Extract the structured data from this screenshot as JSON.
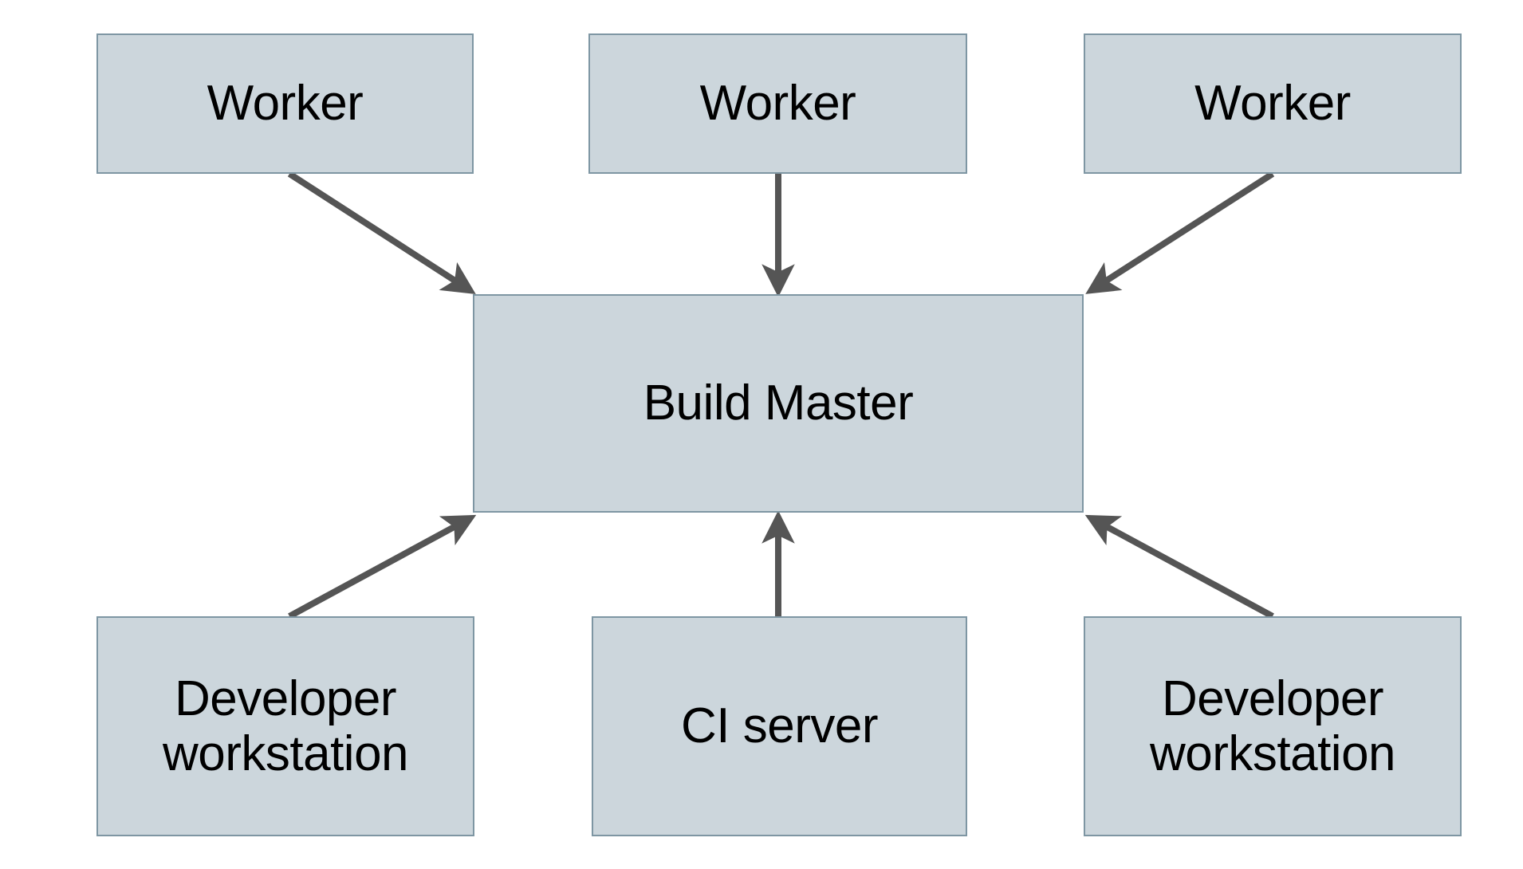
{
  "diagram": {
    "type": "node-edge-diagram",
    "background_color": "#ffffff",
    "node_fill_color": "#ccd6dc",
    "node_border_color": "#7e96a3",
    "edge_color": "#555555",
    "text_color": "#000000",
    "nodes": [
      {
        "id": "worker-1",
        "label": "Worker"
      },
      {
        "id": "worker-2",
        "label": "Worker"
      },
      {
        "id": "worker-3",
        "label": "Worker"
      },
      {
        "id": "build-master",
        "label": "Build Master"
      },
      {
        "id": "dev-left",
        "label": "Developer\nworkstation"
      },
      {
        "id": "ci-server",
        "label": "CI server"
      },
      {
        "id": "dev-right",
        "label": "Developer\nworkstation"
      }
    ],
    "edges": [
      {
        "id": "edge-worker-1-to-build-master",
        "from": "worker-1",
        "to": "build-master",
        "direction": "to",
        "label": ""
      },
      {
        "id": "edge-worker-2-to-build-master",
        "from": "worker-2",
        "to": "build-master",
        "direction": "to",
        "label": ""
      },
      {
        "id": "edge-worker-3-to-build-master",
        "from": "worker-3",
        "to": "build-master",
        "direction": "to",
        "label": ""
      },
      {
        "id": "edge-dev-left-to-build-master",
        "from": "dev-left",
        "to": "build-master",
        "direction": "to",
        "label": ""
      },
      {
        "id": "edge-ci-server-to-build-master",
        "from": "ci-server",
        "to": "build-master",
        "direction": "to",
        "label": ""
      },
      {
        "id": "edge-dev-right-to-build-master",
        "from": "dev-right",
        "to": "build-master",
        "direction": "to",
        "label": ""
      }
    ]
  }
}
